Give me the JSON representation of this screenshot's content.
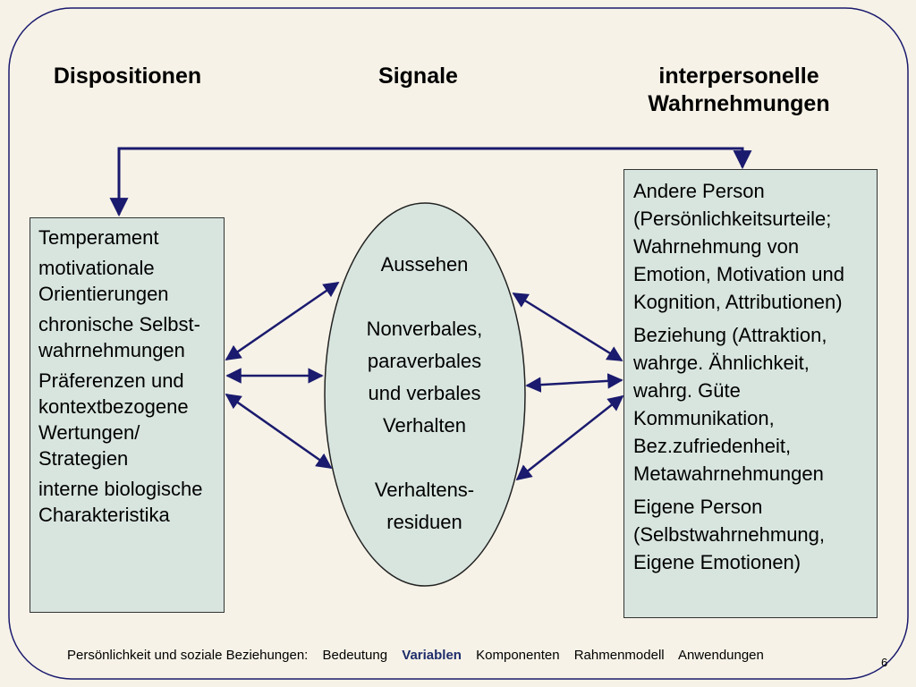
{
  "headings": {
    "dispositions": "Dispositionen",
    "signals": "Signale",
    "perceptions_line1": "interpersonelle",
    "perceptions_line2": "Wahrnehmungen"
  },
  "left_box": {
    "items": [
      "Temperament",
      "motivationale Orientierungen",
      "chronische Selbst-wahrnehmungen",
      "Präferenzen und kontextbezogene Wertungen/ Strategien",
      "interne biologische Charakteristika"
    ]
  },
  "center_ellipse": {
    "line1": "Aussehen",
    "line2": "Nonverbales,",
    "line3": "paraverbales",
    "line4": "und verbales",
    "line5": "Verhalten",
    "line6": "Verhaltens-",
    "line7": "residuen"
  },
  "right_box": {
    "items": [
      "Andere Person (Persönlichkeitsurteile; Wahrnehmung von Emotion, Motivation und Kognition, Attributionen)",
      "Beziehung (Attraktion, wahrge. Ähnlichkeit, wahrg. Güte Kommunikation, Bez.zufriedenheit, Metawahrnehmungen",
      "Eigene Person (Selbstwahrnehmung, Eigene Emotionen)"
    ]
  },
  "footer": {
    "title": "Persönlichkeit und soziale Beziehungen:",
    "nav": [
      "Bedeutung",
      "Variablen",
      "Komponenten",
      "Rahmenmodell",
      "Anwendungen"
    ],
    "active_index": 1
  },
  "page_number": "6",
  "colors": {
    "background": "#f6f2e7",
    "box_fill": "#d8e5df",
    "arrow": "#1a1a6e",
    "active_nav": "#1f2d6b"
  }
}
